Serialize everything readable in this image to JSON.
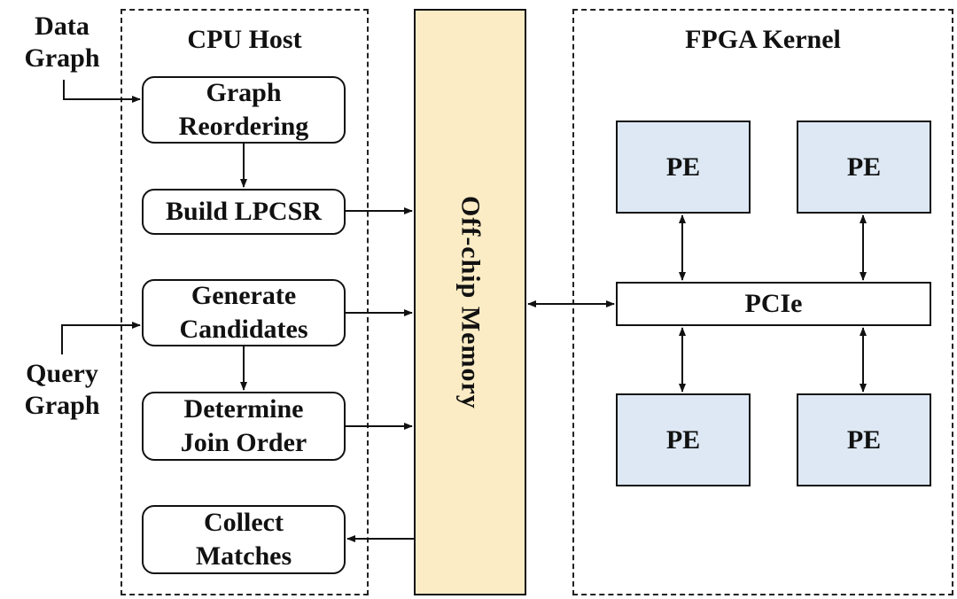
{
  "colors": {
    "memory_fill": "#fbecc5",
    "pe_fill": "#dde8f4",
    "stroke": "#111111"
  },
  "inputs": {
    "data_graph": [
      "Data",
      "Graph"
    ],
    "query_graph": [
      "Query",
      "Graph"
    ]
  },
  "cpu_host": {
    "title": "CPU Host",
    "steps": {
      "graph_reordering": [
        "Graph",
        "Reordering"
      ],
      "build_lpcsr": [
        "Build LPCSR"
      ],
      "generate_candidates": [
        "Generate",
        "Candidates"
      ],
      "determine_join_order": [
        "Determine",
        "Join Order"
      ],
      "collect_matches": [
        "Collect",
        "Matches"
      ]
    }
  },
  "memory": {
    "label": "Off-chip Memory"
  },
  "fpga": {
    "title": "FPGA Kernel",
    "pe_label": "PE",
    "pcie_label": "PCIe"
  }
}
